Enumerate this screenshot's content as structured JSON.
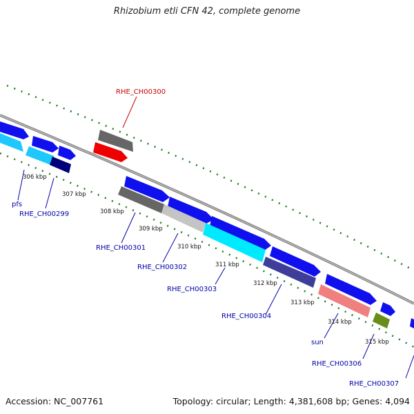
{
  "title": "Rhizobium etli CFN 42, complete genome",
  "footer": {
    "accession": "Accession: NC_007761",
    "summary": "Topology: circular; Length: 4,381,608 bp; Genes: 4,094"
  },
  "colors": {
    "backbone": "#8c8c8c",
    "tick": "#1a7a1a",
    "label_blue": "#0000aa",
    "label_red": "#cc0000"
  },
  "ticks": [
    "306 kbp",
    "307 kbp",
    "308 kbp",
    "309 kbp",
    "310 kbp",
    "311 kbp",
    "312 kbp",
    "313 kbp",
    "314 kbp",
    "315 kbp"
  ],
  "gene_labels": [
    {
      "text": "RHE_CH00300",
      "color": "red"
    },
    {
      "text": "pfs",
      "color": "blue"
    },
    {
      "text": "RHE_CH00299",
      "color": "blue"
    },
    {
      "text": "RHE_CH00301",
      "color": "blue"
    },
    {
      "text": "RHE_CH00302",
      "color": "blue"
    },
    {
      "text": "RHE_CH00303",
      "color": "blue"
    },
    {
      "text": "RHE_CH00304",
      "color": "blue"
    },
    {
      "text": "sun",
      "color": "blue"
    },
    {
      "text": "RHE_CH00306",
      "color": "blue"
    },
    {
      "text": "RHE_CH00307",
      "color": "blue"
    }
  ]
}
